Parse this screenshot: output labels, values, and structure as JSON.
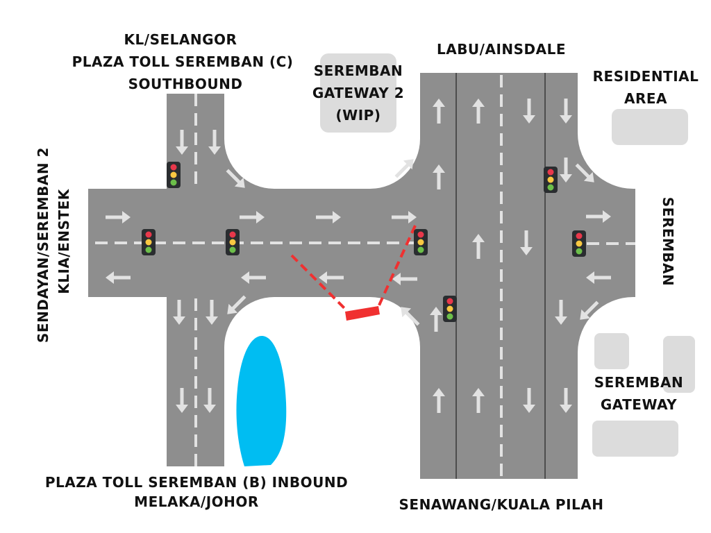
{
  "title": "Seremban junction traffic diagram",
  "colors": {
    "road": "#8e8e8e",
    "marking": "#e2e2e2",
    "building": "#dcdcdc",
    "water": "#00bdf2",
    "barrier": "#f03030",
    "light_body": "#2a2d30",
    "light_red": "#e8384b",
    "light_yellow": "#f9c842",
    "light_green": "#6cbf4a"
  },
  "labels": {
    "north_west": [
      "KL/SELANGOR",
      "PLAZA TOLL SEREMBAN (C)",
      "SOUTHBOUND"
    ],
    "gateway2": [
      "SEREMBAN",
      "GATEWAY 2",
      "(WIP)"
    ],
    "north": "LABU/AINSDALE",
    "residential": [
      "RESIDENTIAL",
      "AREA"
    ],
    "east": "SEREMBAN",
    "west": [
      "SENDAYAN/SEREMBAN 2",
      "KLIA/ENSTEK"
    ],
    "south_west": [
      "PLAZA TOLL SEREMBAN (B) INBOUND",
      "MELAKA/JOHOR"
    ],
    "south": "SENAWANG/KUALA PILAH",
    "gateway": [
      "SEREMBAN",
      "GATEWAY"
    ]
  },
  "traffic_light_count": 7
}
